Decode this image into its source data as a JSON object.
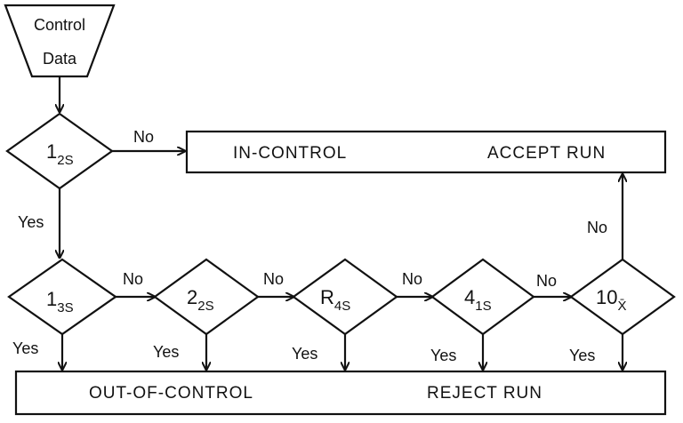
{
  "start": {
    "line1": "Control",
    "line2": "Data"
  },
  "boxes": {
    "in_control": {
      "status": "IN-CONTROL",
      "action": "ACCEPT RUN"
    },
    "out_of_control": {
      "status": "OUT-OF-CONTROL",
      "action": "REJECT RUN"
    }
  },
  "rules": [
    {
      "main": "1",
      "sub": "2S"
    },
    {
      "main": "1",
      "sub": "3S"
    },
    {
      "main": "2",
      "sub": "2S"
    },
    {
      "main": "R",
      "sub": "4S"
    },
    {
      "main": "4",
      "sub": "1S"
    },
    {
      "main": "10",
      "sub": "X̄"
    }
  ],
  "labels": {
    "yes": "Yes",
    "no": "No"
  }
}
